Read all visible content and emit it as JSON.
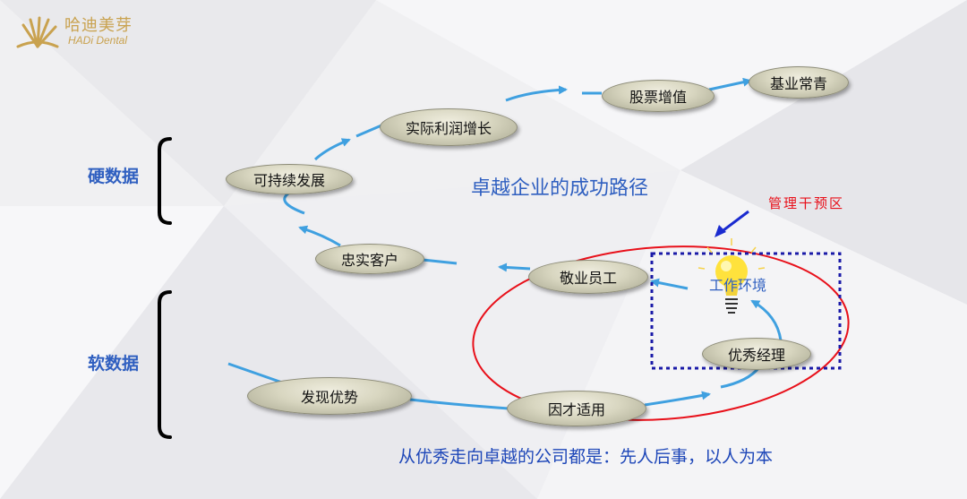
{
  "brand": {
    "name_cn": "哈迪美芽",
    "name_en": "HADi Dental"
  },
  "title": "卓越企业的成功路径",
  "labels": {
    "hard_data": "硬数据",
    "soft_data": "软数据"
  },
  "nodes": {
    "discover": "发现优势",
    "right_person": "因才适用",
    "manager": "优秀经理",
    "work_env": "工作环境",
    "employee": "敬业员工",
    "loyal_customer": "忠实客户",
    "sustainable": "可持续发展",
    "profit": "实际利润增长",
    "stock": "股票增值",
    "evergreen": "基业常青"
  },
  "annotation": "管理干预区",
  "footer": "从优秀走向卓越的公司都是：先人后事，以人为本",
  "colors": {
    "accent_blue": "#2f5fc0",
    "arrow_blue": "#3fa0e0",
    "highlight_red": "#e8101a",
    "dotted_box": "#1a1aa8",
    "brand_gold": "#c9a24f"
  },
  "icons": [
    "brand-logo-icon",
    "lightbulb-icon"
  ]
}
